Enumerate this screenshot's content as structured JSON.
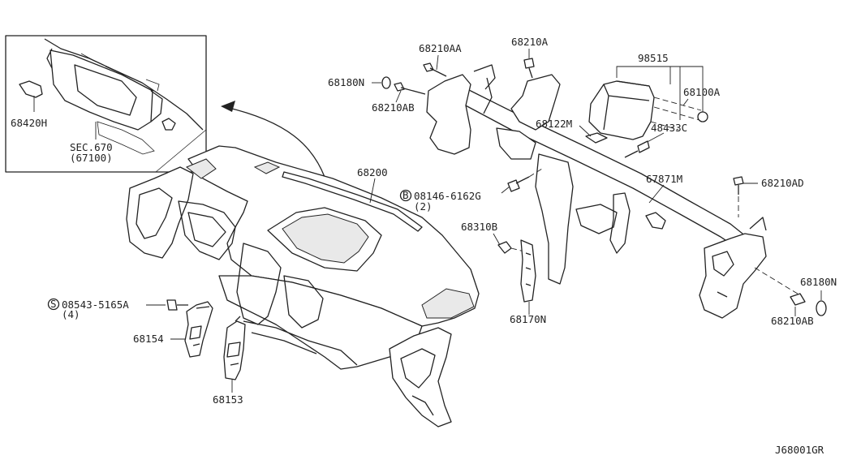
{
  "diagram_code": "J68001GR",
  "inset": {
    "part_label": "68420H",
    "section_ref": "SEC.670",
    "section_sub": "(67100)"
  },
  "callouts": {
    "p68210AA": "68210AA",
    "p68210A": "68210A",
    "p98515": "98515",
    "p68180N_top": "68180N",
    "p68100A": "68100A",
    "p68210AB_top": "68210AB",
    "p68122M": "68122M",
    "p48433C": "48433C",
    "p68200": "68200",
    "p67871M": "67871M",
    "p68210AD": "68210AD",
    "p08146": "08146-6162G",
    "p08146_qty": "(2)",
    "p68310B": "68310B",
    "p68180N_right": "68180N",
    "p08543": "08543-5165A",
    "p08543_qty": "(4)",
    "p68170N": "68170N",
    "p68210AB_right": "68210AB",
    "p68154": "68154",
    "p68153": "68153"
  },
  "markers": {
    "bolt_marker": "B",
    "screw_marker": "S"
  }
}
